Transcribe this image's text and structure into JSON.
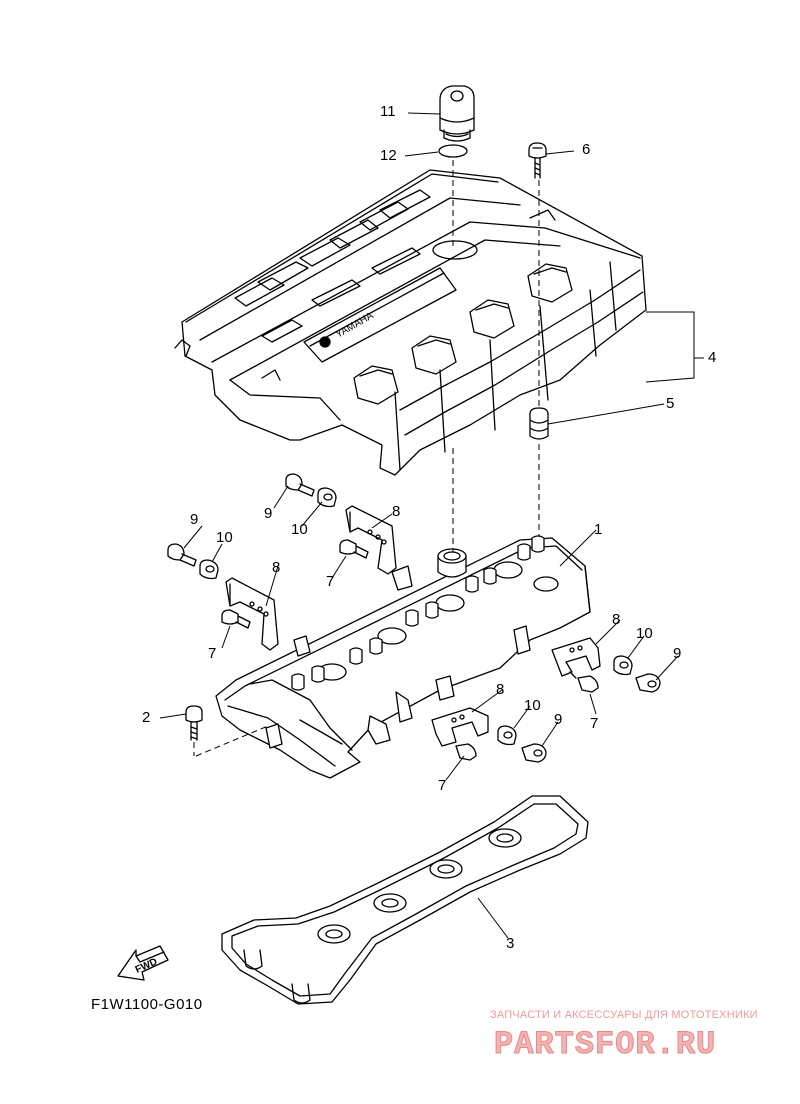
{
  "diagram": {
    "drawing_code": "F1W1100-G010",
    "fwd_label": "FWD",
    "cover_brand_text": "YAMAHA",
    "callouts": [
      {
        "id": "c11",
        "label": "11"
      },
      {
        "id": "c12",
        "label": "12"
      },
      {
        "id": "c6",
        "label": "6"
      },
      {
        "id": "c4",
        "label": "4"
      },
      {
        "id": "c5",
        "label": "5"
      },
      {
        "id": "c9a",
        "label": "9"
      },
      {
        "id": "c10a",
        "label": "10"
      },
      {
        "id": "c8a",
        "label": "8"
      },
      {
        "id": "c9b",
        "label": "9"
      },
      {
        "id": "c10b",
        "label": "10"
      },
      {
        "id": "c8b",
        "label": "8"
      },
      {
        "id": "c7a",
        "label": "7"
      },
      {
        "id": "c7b",
        "label": "7"
      },
      {
        "id": "c1",
        "label": "1"
      },
      {
        "id": "c8c",
        "label": "8"
      },
      {
        "id": "c10c",
        "label": "10"
      },
      {
        "id": "c9c",
        "label": "9"
      },
      {
        "id": "c7c",
        "label": "7"
      },
      {
        "id": "c2",
        "label": "2"
      },
      {
        "id": "c8d",
        "label": "8"
      },
      {
        "id": "c10d",
        "label": "10"
      },
      {
        "id": "c9d",
        "label": "9"
      },
      {
        "id": "c7d",
        "label": "7"
      },
      {
        "id": "c3",
        "label": "3"
      }
    ]
  },
  "watermark": {
    "tagline": "ЗАПЧАСТИ И АКСЕССУАРЫ ДЛЯ МОТОТЕХНИКИ",
    "brand": "PARTSFOR.RU"
  }
}
